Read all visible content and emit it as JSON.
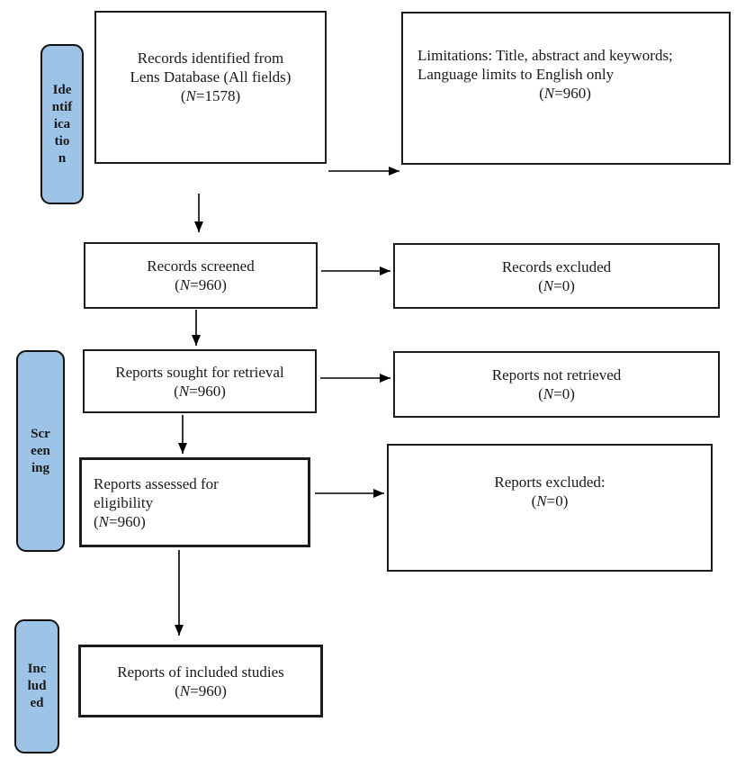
{
  "stages": {
    "identification": {
      "lines": [
        "Ide",
        "ntif",
        "ica",
        "tio",
        "n"
      ]
    },
    "screening": {
      "lines": [
        "Scr",
        "een",
        "ing"
      ]
    },
    "included": {
      "lines": [
        "Inc",
        "lud",
        "ed"
      ]
    }
  },
  "boxes": {
    "records_identified": {
      "line1": "Records identified from",
      "line2": "Lens Database (All fields)",
      "n": "1578"
    },
    "limitations": {
      "text": "Limitations: Title, abstract and keywords; Language limits to English only",
      "n": "960"
    },
    "records_screened": {
      "line1": "Records screened",
      "n": "960"
    },
    "records_excluded": {
      "line1": "Records excluded",
      "n": "0"
    },
    "reports_sought": {
      "line1": "Reports sought for retrieval",
      "n": "960"
    },
    "reports_not_retrieved": {
      "line1": "Reports not retrieved",
      "n": "0"
    },
    "reports_assessed": {
      "line1": "Reports assessed for",
      "line2": "eligibility",
      "n": "960"
    },
    "reports_excluded": {
      "line1": "Reports excluded:",
      "n": "0"
    },
    "reports_included": {
      "line1": "Reports of included studies",
      "n": "960"
    }
  },
  "colors": {
    "stage_fill": "#9dc3e6",
    "stage_border": "#111111",
    "box_border": "#1c1c1c",
    "arrow": "#000000",
    "page_bg": "#ffffff",
    "text": "#1a1a1a"
  }
}
